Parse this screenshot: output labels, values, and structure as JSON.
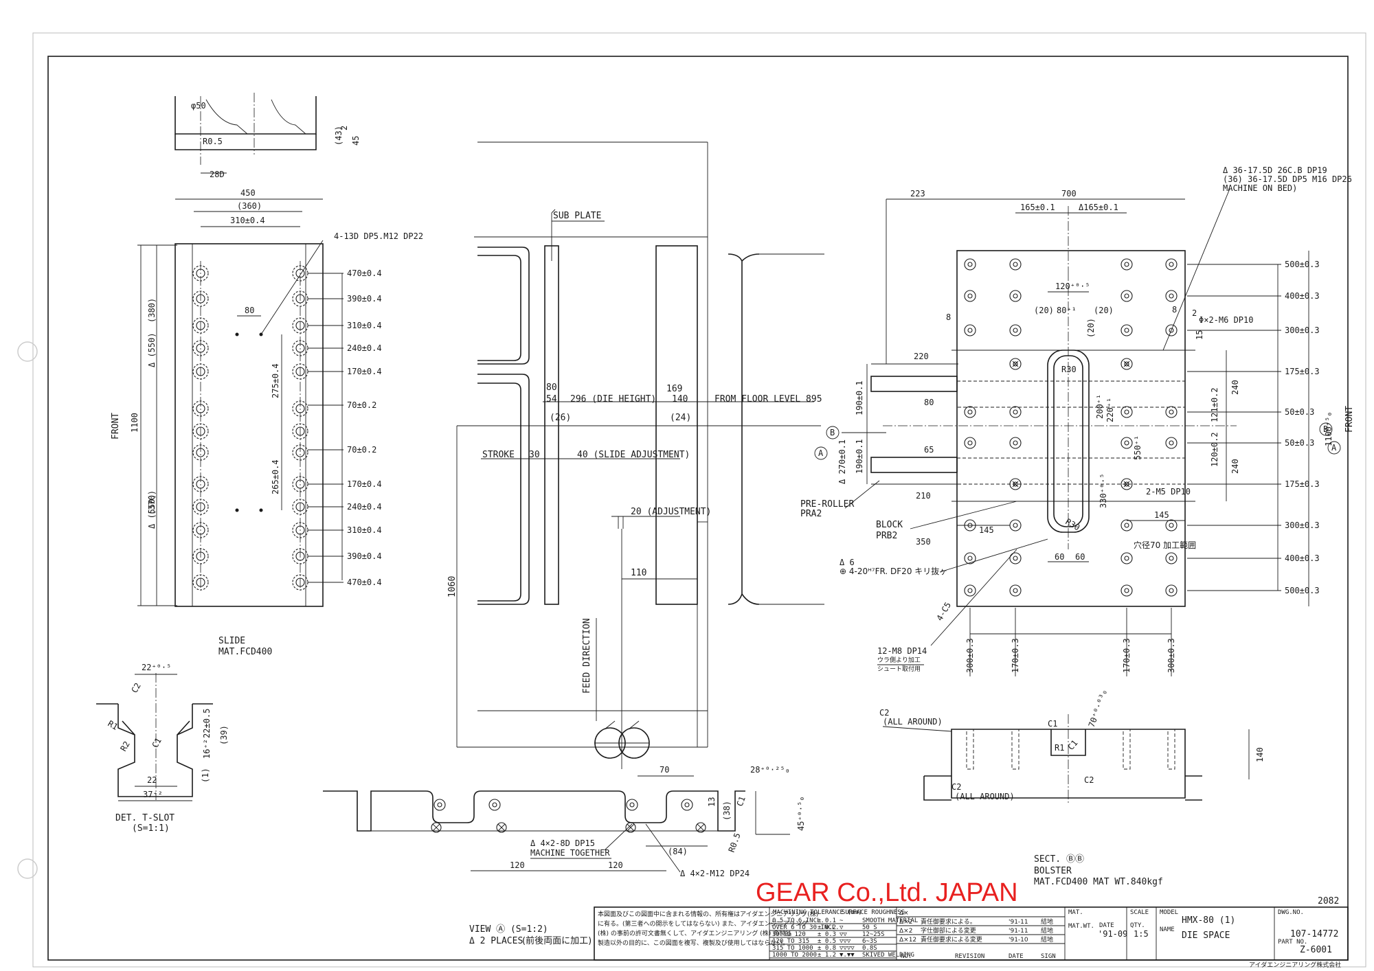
{
  "slide": {
    "top_detail": {
      "dia": "φ50",
      "r": "R0.5",
      "h2": "2",
      "h43": "(43)",
      "h45": "45",
      "w28": "28D"
    },
    "w450": "450",
    "w360": "(360)",
    "w310": "310±0.4",
    "callout": "4-13D DP5.M12 DP22",
    "d80": "80",
    "v275": "275±0.4",
    "v265": "265±0.4",
    "front": "FRONT",
    "h1100": "1100",
    "h550a": "Δ (550)",
    "h380": "(380)",
    "h550b": "Δ (550)",
    "h370": "(370)",
    "right_dims": [
      "470±0.4",
      "390±0.4",
      "310±0.4",
      "240±0.4",
      "170±0.4",
      "70±0.2",
      "70±0.2",
      "170±0.4",
      "240±0.4",
      "310±0.4",
      "390±0.4",
      "470±0.4"
    ],
    "name": "SLIDE",
    "mat": "MAT.FCD400"
  },
  "tslot": {
    "d22": "22⁺⁰·⁵",
    "c2": "C2",
    "r1": "R1",
    "r2": "R2",
    "c1": "C1",
    "d22b": "22±0.5",
    "d16": "16⁺²",
    "d39": "(39)",
    "d1": "(1)",
    "w22": "22",
    "w37": "37⁺²",
    "name": "DET. T-SLOT",
    "scale": "(S=1:1)"
  },
  "center": {
    "sub_plate": "SUB PLATE",
    "d80": "80",
    "d169": "169",
    "d54": "54",
    "die_height": "296 (DIE HEIGHT)",
    "d140": "140",
    "floor": "FROM FLOOR LEVEL 895",
    "p26": "(26)",
    "p24": "(24)",
    "stroke": "STROKE",
    "d30": "30",
    "slide_adj": "40 (SLIDE ADJUSTMENT)",
    "adj": "20 (ADJUSTMENT)",
    "d110": "110",
    "d1060": "1060",
    "feed": "FEED DIRECTION"
  },
  "view_a": {
    "d70": "70",
    "d13": "13",
    "d38": "(38)",
    "c1": "C1",
    "r05": "R0.5",
    "d28": "28⁺⁰·²⁵₀",
    "d45": "45⁺⁰·⁵₀",
    "holes": "Δ 4×2-8D DP15",
    "mt": "MACHINE TOGETHER",
    "d84": "(84)",
    "d120a": "120",
    "d120b": "120",
    "m12": "Δ 4×2-M12 DP24",
    "title": "VIEW Ⓐ (S=1:2)",
    "places": "Δ 2 PLACES",
    "places_jp": "(前後両面に加工)"
  },
  "bolster": {
    "callout1": "Δ 36-17.5D 26C.B DP19",
    "callout2": "(36) 36-17.5D DP5 M16 DP26",
    "callout3": "MACHINE ON BED)",
    "d223": "223",
    "d700": "700",
    "d165a": "165±0.1",
    "d165b": "Δ165±0.1",
    "d120": "120⁺⁰·⁵",
    "d80": "80⁺¹",
    "p20a": "(20)",
    "p20b": "(20)",
    "p20c": "(20)",
    "d8a": "8",
    "d8b": "8",
    "d2": "2",
    "m6": "Φ×2-M6 DP10",
    "d15": "15",
    "right_dims": [
      "500±0.3",
      "400±0.3",
      "300±0.3",
      "175±0.3",
      "50±0.3",
      "50±0.3",
      "175±0.3",
      "300±0.3",
      "400±0.3",
      "500±0.3"
    ],
    "d220": "220",
    "r30a": "R30",
    "r30b": "R30",
    "d190a": "190±0.1",
    "d190b": "190±0.1",
    "d80l": "80",
    "d65": "65",
    "d210": "210",
    "d270": "Δ 270±0.1",
    "d350": "350",
    "d145a": "145",
    "d145b": "145",
    "d200": "200⁺¹",
    "d220v": "220⁺¹",
    "d550": "550⁺¹",
    "d330": "330⁺⁰·⁵",
    "d121": "121±0.2",
    "d120v": "120±0.2",
    "d240a": "240",
    "d240b": "240",
    "m5": "2-M5 DP10",
    "hole70": "穴径70 加工範囲",
    "d60a": "60",
    "d60b": "60",
    "d1100": "1100⁺⁵₀",
    "front": "FRONT",
    "pre_roller": "PRE-ROLLER",
    "pra2": "PRA2",
    "block": "BLOCK",
    "prb2": "PRB2",
    "d6": "Δ 6",
    "f20": "⊕ 4-20ᴴ⁷FR. DF20 キリ抜ヶ",
    "c5": "4-C5",
    "m8": "12-M8 DP14",
    "m8a": "ウラ側より加工",
    "m8b": "シュート取付用",
    "bottom": [
      "300±0.3",
      "170±0.3",
      "170±0.3",
      "300±0.3"
    ],
    "mark_a": "A",
    "mark_b": "B"
  },
  "section": {
    "c2a": "C2",
    "all1": "(ALL AROUND)",
    "c1a": "C1",
    "d70": "70⁺⁰·⁰³₀",
    "r1": "R1",
    "c1b": "C1",
    "c2b": "C2",
    "c2c": "C2",
    "all2": "(ALL AROUND)",
    "d140": "140",
    "title": "SECT. ⒷⒷ",
    "name": "BOLSTER",
    "mat": "MAT.FCD400 MAT WT.840kgf"
  },
  "watermark": "GEAR Co.,Ltd. JAPAN",
  "sheet_no": "2082",
  "title_block": {
    "note_lines": [
      "本図面及びこの図面中に含まれる情報の、所有権はアイダエンジニアリング(株)",
      "に有る。(第三者への開示をしてはならない) また、アイダエンジニアリング",
      "(株) の事前の許可文書無くして、アイダエンジニアリング (株) の製品",
      "製造以外の目的に、この図面を複写、複製及び使用してはならない。"
    ],
    "tol_header": "MACHINING TOLERANCE (mm)",
    "rough_header": "SURFACE ROUGHNESS",
    "tol_rows": [
      [
        "0.5 TO 6 INCL.",
        "± 0.1",
        "~",
        "SMOOTH MATERIAL"
      ],
      [
        "OVER 6 TO 30 INCL.",
        "± 0.2",
        "▽",
        "50 S"
      ],
      [
        "30 TO 120",
        "± 0.3",
        "▽▽",
        "12~25S"
      ],
      [
        "120 TO 315",
        "± 0.5",
        "▽▽▽",
        "6~3S"
      ],
      [
        "315 TO 1000",
        "± 0.8",
        "▽▽▽▽",
        "0.8S"
      ],
      [
        "1000 TO 2000",
        "± 1.2",
        "▼.▼▼",
        "SKIVED WELDING"
      ]
    ],
    "rev_rows": [
      [
        "Δ×",
        "",
        ""
      ],
      [
        "Δ×2",
        "責任御要求による。",
        "'91-11"
      ],
      [
        "Δ×2",
        "字仕御部による変更",
        "'91-11"
      ],
      [
        "Δ×12",
        "責任御要求による変更",
        "'91-10"
      ]
    ],
    "rev_sign": [
      "結地",
      "結地",
      "結地"
    ],
    "col_no": "NO.",
    "col_rev": "REVISION",
    "col_date": "DATE",
    "col_sign": "SIGN",
    "mat": "MAT.",
    "mat_wt": "MAT.WT.",
    "date_lbl": "DATE",
    "date": "'91-09",
    "scale_lbl": "SCALE",
    "scale": "1:5",
    "qty": "QTY.",
    "model_lbl": "MODEL",
    "model": "HMX-80 (1)",
    "name_lbl": "NAME",
    "name": "DIE SPACE",
    "dwg_lbl": "DWG.NO.",
    "dwg": "107-14772",
    "part_lbl": "PART NO.",
    "part": "Z-6001",
    "company": "アイダエンジニアリング株式会社"
  }
}
